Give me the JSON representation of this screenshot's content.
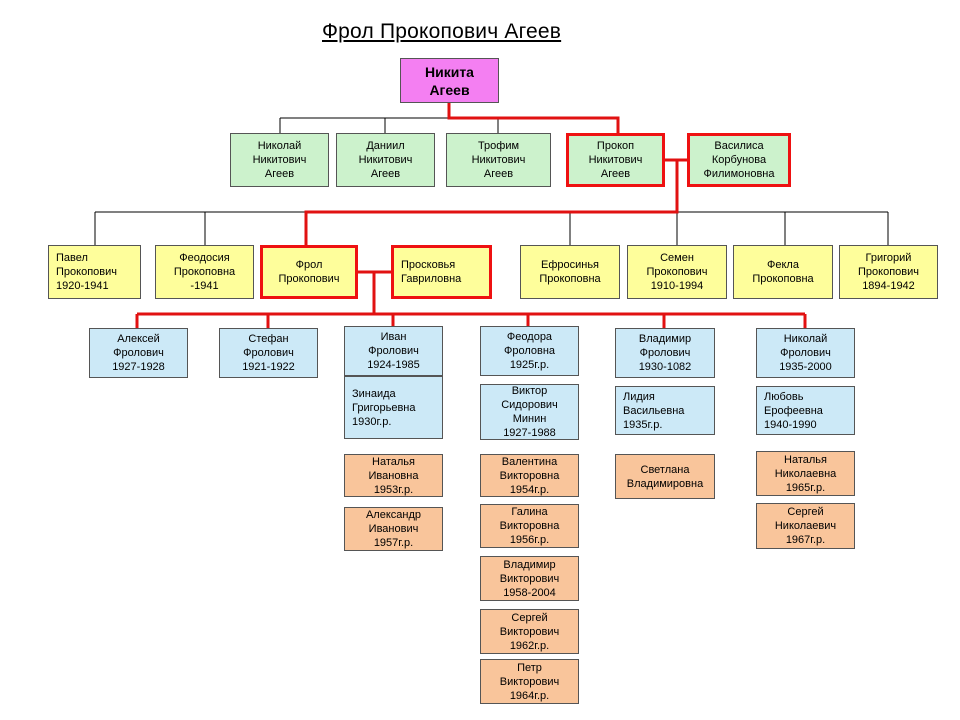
{
  "title": "Фрол Прокопович Агеев",
  "colors": {
    "root": "#f47ff2",
    "gen1": "#ccf2cc",
    "gen2": "#fefe9b",
    "gen3": "#cce9f7",
    "gen4": "#f9c59b",
    "highlight_line": "#e11111",
    "line": "#000000"
  },
  "root": {
    "lines": [
      "Никита",
      "Агеев"
    ]
  },
  "gen1": [
    {
      "lines": [
        "Николай",
        "Никитович",
        "Агеев"
      ]
    },
    {
      "lines": [
        "Даниил",
        "Никитович",
        "Агеев"
      ]
    },
    {
      "lines": [
        "Трофим",
        "Никитович",
        "Агеев"
      ]
    },
    {
      "lines": [
        "Прокоп",
        "Никитович",
        "Агеев"
      ]
    },
    {
      "lines": [
        "Василиса",
        "Корбунова",
        "Филимоновна"
      ]
    }
  ],
  "gen2": [
    {
      "lines": [
        "Павел",
        "Прокопович",
        "1920-1941"
      ]
    },
    {
      "lines": [
        "Феодосия",
        "Прокоповна",
        "-1941"
      ]
    },
    {
      "lines": [
        "Фрол",
        "Прокопович"
      ]
    },
    {
      "lines": [
        "Просковья",
        "Гавриловна"
      ]
    },
    {
      "lines": [
        "Ефросинья",
        "Прокоповна"
      ]
    },
    {
      "lines": [
        "Семен",
        "Прокопович",
        "1910-1994"
      ]
    },
    {
      "lines": [
        "Фекла",
        "Прокоповна"
      ]
    },
    {
      "lines": [
        "Григорий",
        "Прокопович",
        "1894-1942"
      ]
    }
  ],
  "gen3": [
    {
      "lines": [
        "Алексей",
        "Фролович",
        "1927-1928"
      ]
    },
    {
      "lines": [
        "Стефан",
        "Фролович",
        "1921-1922"
      ]
    },
    {
      "lines": [
        "Иван",
        "Фролович",
        "1924-1985"
      ]
    },
    {
      "lines": [
        "Феодора",
        "Фроловна",
        "1925г.р."
      ]
    },
    {
      "lines": [
        "Владимир",
        "Фролович",
        "1930-1082"
      ]
    },
    {
      "lines": [
        "Николай",
        "Фролович",
        "1935-2000"
      ]
    }
  ],
  "spouses": [
    {
      "lines": [
        "Зинаида",
        "Григорьевна",
        "1930г.р."
      ]
    },
    {
      "lines": [
        "Виктор",
        "Сидорович",
        "Минин",
        "1927-1988"
      ]
    },
    {
      "lines": [
        "Лидия",
        "Васильевна",
        "1935г.р."
      ]
    },
    {
      "lines": [
        "Любовь",
        "Ерофеевна",
        "1940-1990"
      ]
    }
  ],
  "gen4": [
    {
      "lines": [
        "Наталья",
        "Ивановна",
        "1953г.р."
      ]
    },
    {
      "lines": [
        "Александр",
        "Иванович",
        "1957г.р."
      ]
    },
    {
      "lines": [
        "Валентина",
        "Викторовна",
        "1954г.р."
      ]
    },
    {
      "lines": [
        "Галина",
        "Викторовна",
        "1956г.р."
      ]
    },
    {
      "lines": [
        "Владимир",
        "Викторович",
        "1958-2004"
      ]
    },
    {
      "lines": [
        "Сергей",
        "Викторович",
        "1962г.р."
      ]
    },
    {
      "lines": [
        "Петр",
        "Викторович",
        "1964г.р."
      ]
    },
    {
      "lines": [
        "Светлана",
        "Владимировна"
      ]
    },
    {
      "lines": [
        "Наталья",
        "Николаевна",
        "1965г.р."
      ]
    },
    {
      "lines": [
        "Сергей",
        "Николаевич",
        "1967г.р."
      ]
    }
  ]
}
